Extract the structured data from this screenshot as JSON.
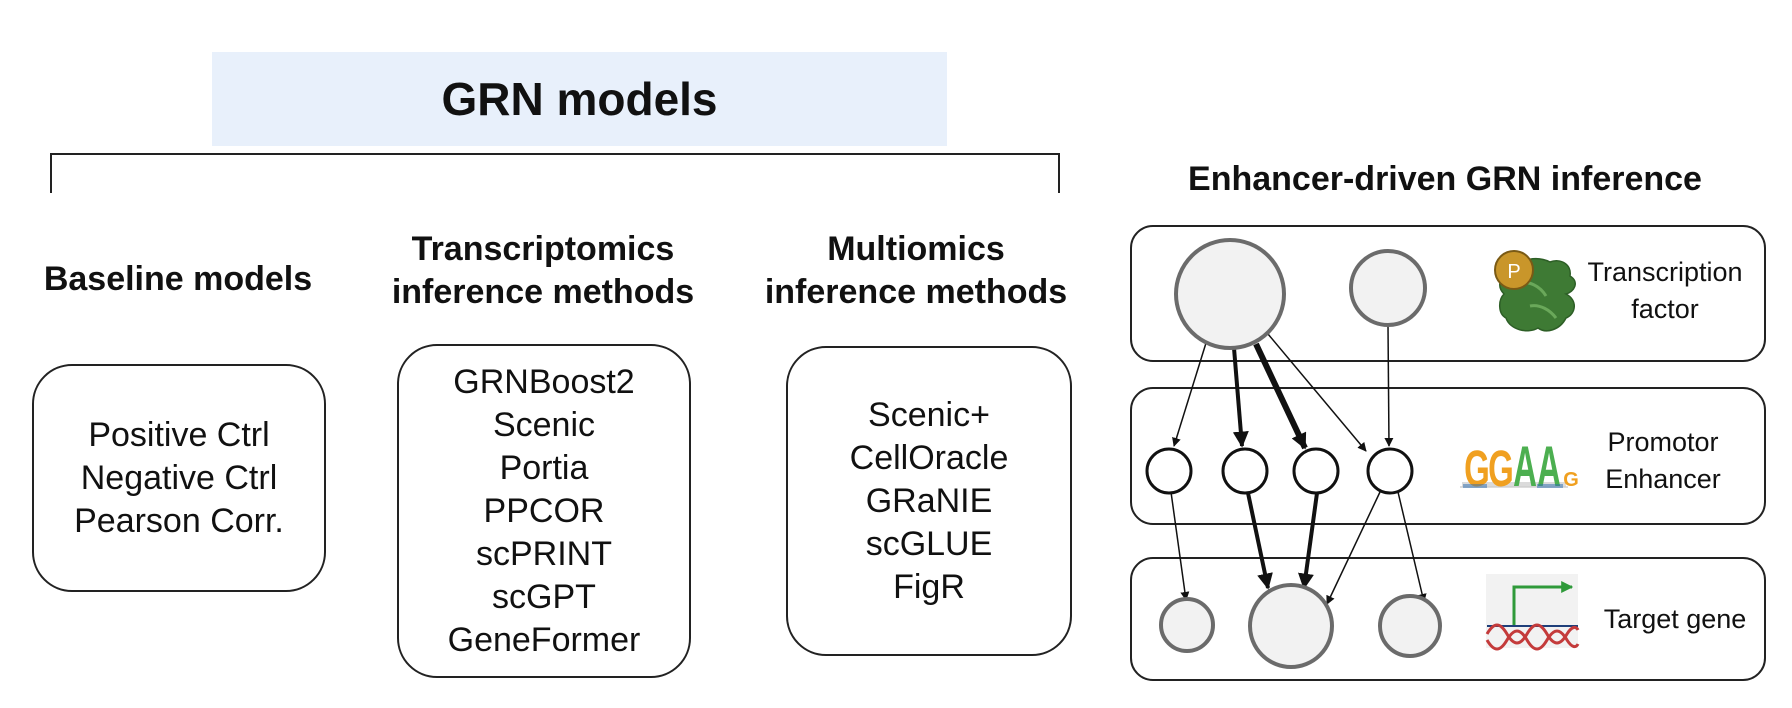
{
  "header": {
    "title": "GRN models"
  },
  "columns": [
    {
      "heading": [
        "Baseline models"
      ],
      "items": [
        "Positive Ctrl",
        "Negative Ctrl",
        "Pearson Corr."
      ]
    },
    {
      "heading": [
        "Transcriptomics",
        "inference methods"
      ],
      "items": [
        "GRNBoost2",
        "Scenic",
        "Portia",
        "PPCOR",
        "scPRINT",
        "scGPT",
        "GeneFormer"
      ]
    },
    {
      "heading": [
        "Multiomics",
        "inference methods"
      ],
      "items": [
        "Scenic+",
        "CellOracle",
        "GRaNIE",
        "scGLUE",
        "FigR"
      ]
    }
  ],
  "enhancer_panel": {
    "title": "Enhancer-driven GRN inference",
    "layers": [
      {
        "label": [
          "Transcription",
          "factor"
        ],
        "icon": "protein-icon",
        "badge": "P"
      },
      {
        "label": [
          "Promotor",
          "Enhancer"
        ],
        "icon": "sequence-logo-icon",
        "logo_letters": [
          "G",
          "G",
          "A",
          "A",
          "G"
        ]
      },
      {
        "label": [
          "Target gene"
        ],
        "icon": "gene-promoter-icon"
      }
    ]
  },
  "colors": {
    "title_bg": "#e8f0fb",
    "node_fill": "#f2f2f2",
    "node_stroke": "#6b6b6b",
    "protein_green": "#3e7a34",
    "phospho_gold": "#c9962a",
    "dna_red": "#c43b3b",
    "arrow_green": "#2f9a3a",
    "logo_orange": "#f0a020",
    "logo_green": "#4caf50",
    "logo_blue": "#2b6cb0"
  }
}
